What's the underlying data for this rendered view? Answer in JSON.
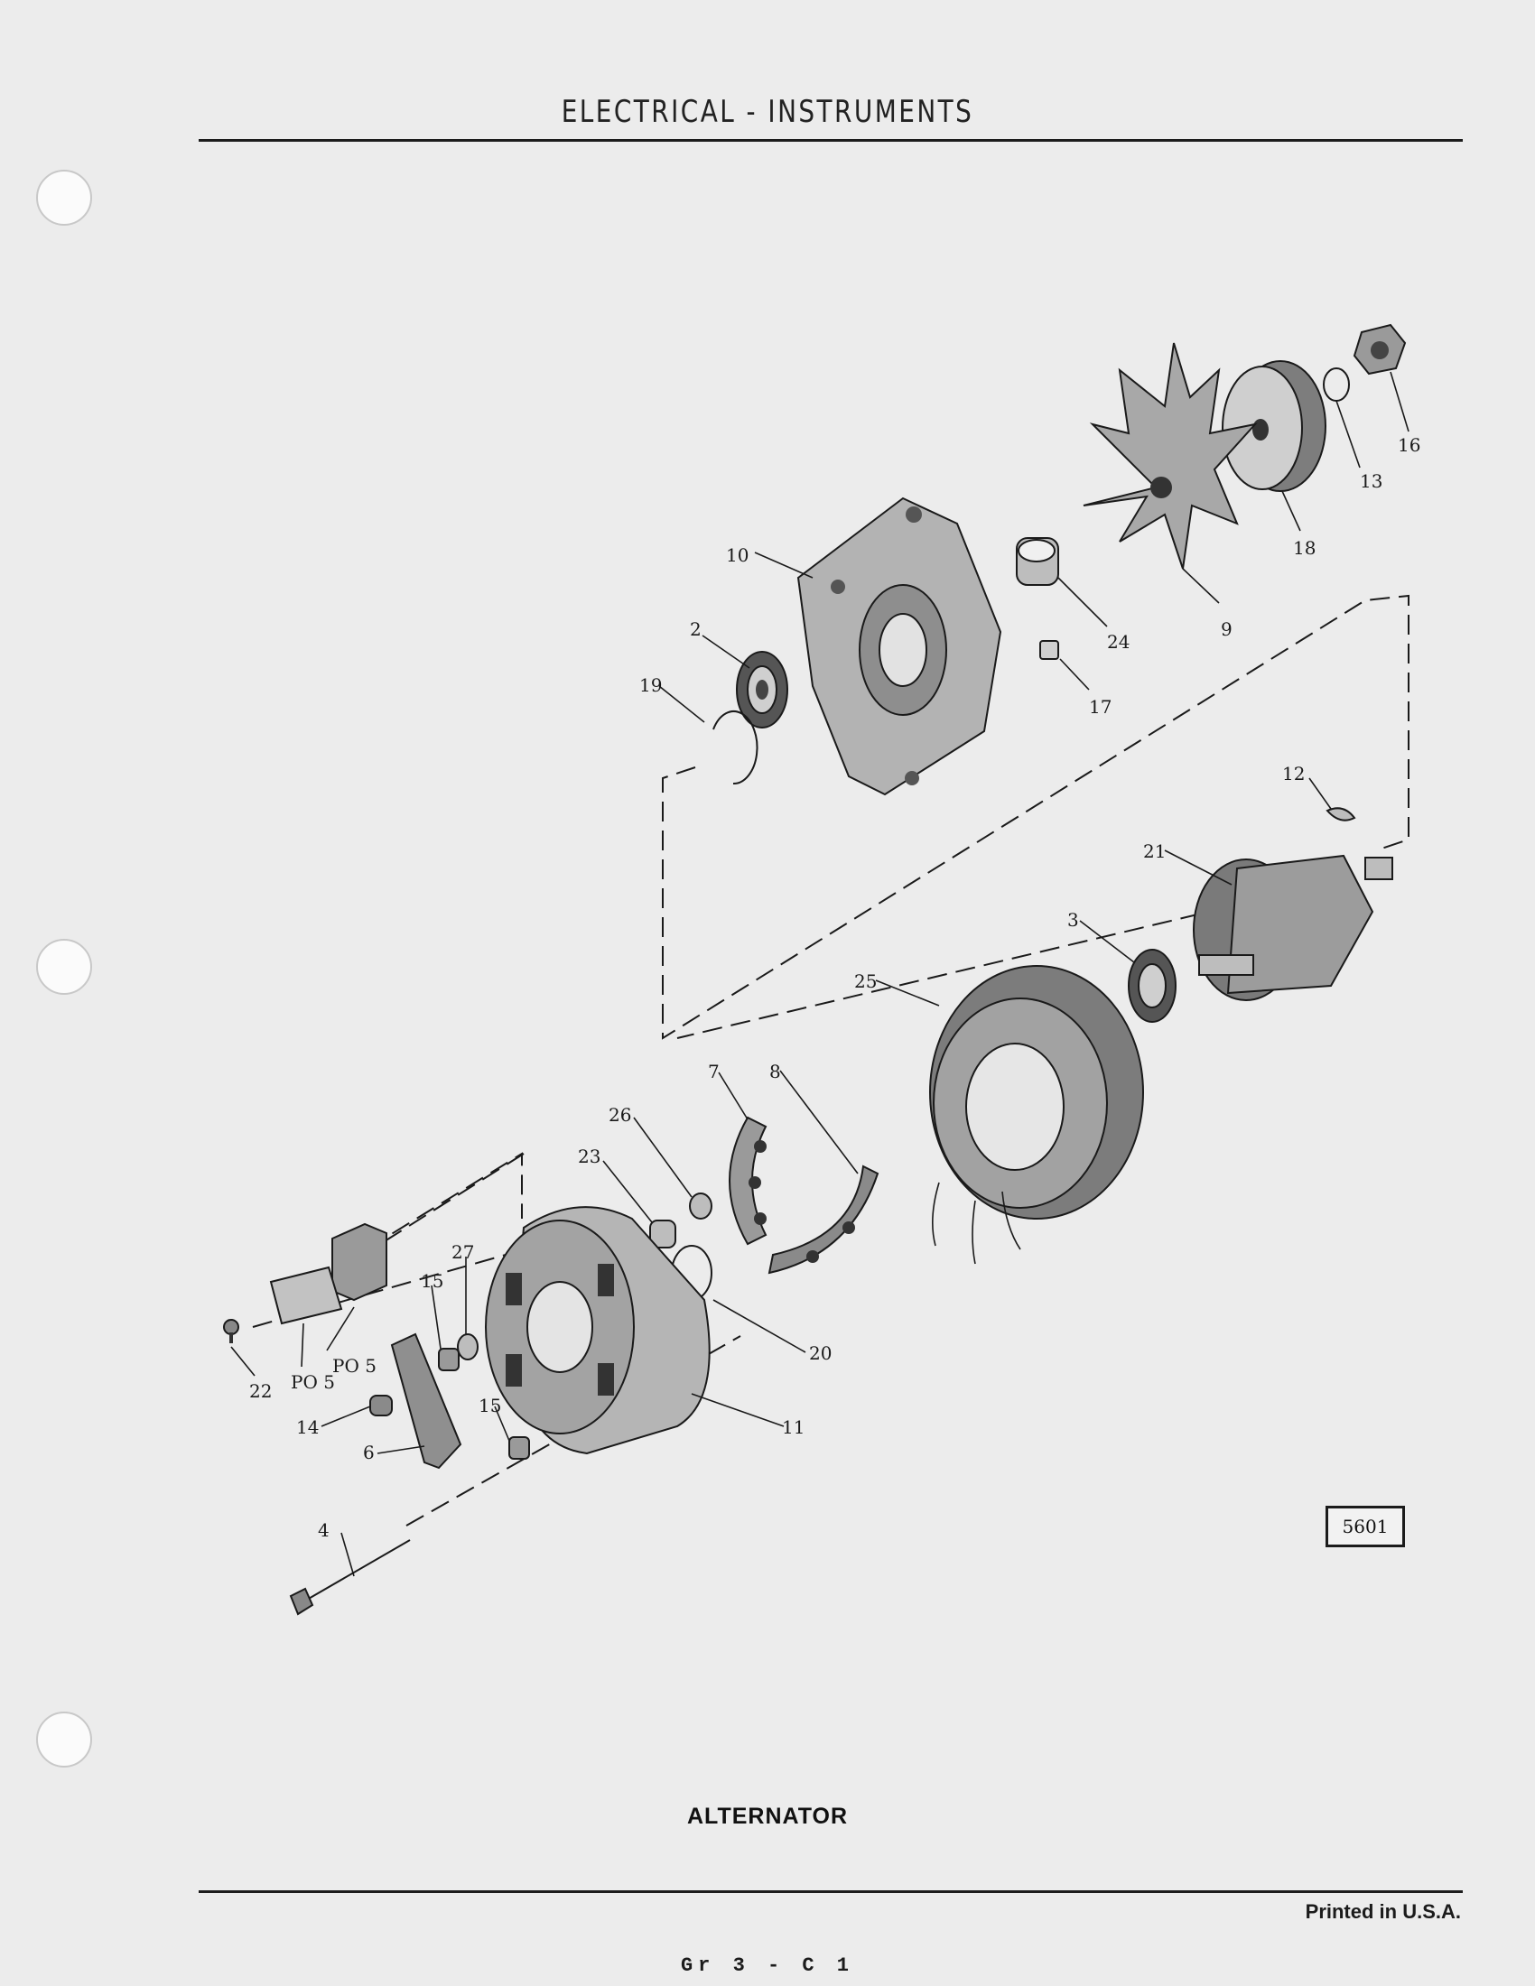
{
  "header": {
    "title": "ELECTRICAL - INSTRUMENTS"
  },
  "figure": {
    "caption": "ALTERNATOR",
    "figure_number": "5601",
    "part_labels": {
      "p1": "16",
      "p2": "13",
      "p3": "18",
      "p4": "10",
      "p5": "24",
      "p6": "9",
      "p7": "2",
      "p8": "17",
      "p9": "19",
      "p10": "12",
      "p11": "21",
      "p12": "3",
      "p13": "25",
      "p14": "7",
      "p15": "8",
      "p16": "26",
      "p17": "23",
      "p18": "27",
      "p19": "15",
      "p20": "PO 5",
      "p21": "PO 5",
      "p22": "22",
      "p23": "14",
      "p24": "6",
      "p25": "15",
      "p26": "20",
      "p27": "11",
      "p28": "4"
    }
  },
  "footer": {
    "printed": "Printed in U.S.A.",
    "page": "Gr 3 - C 1"
  }
}
